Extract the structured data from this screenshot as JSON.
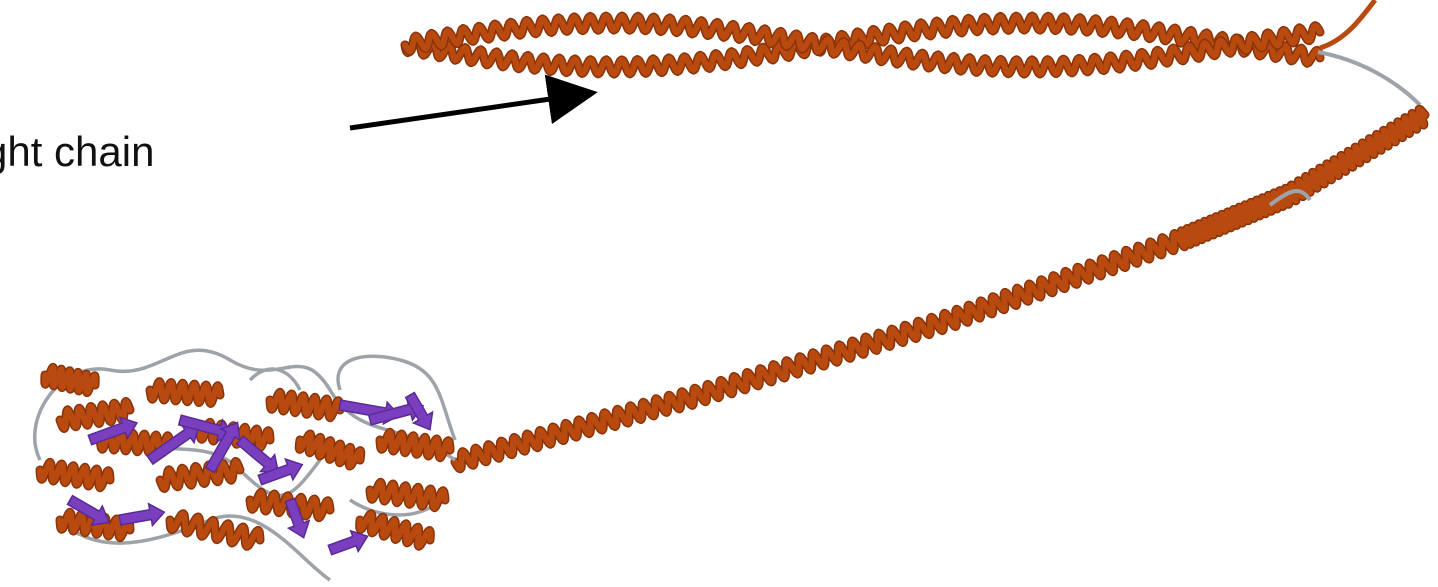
{
  "figure": {
    "label_text": "ght chain",
    "colors": {
      "helix": "#b84a0f",
      "helix_dark": "#8a3308",
      "strand": "#7a3fbf",
      "loop": "#9ea3aa",
      "arrow": "#000000"
    },
    "structures": [
      "alpha-helix",
      "beta-strand",
      "loop"
    ]
  }
}
